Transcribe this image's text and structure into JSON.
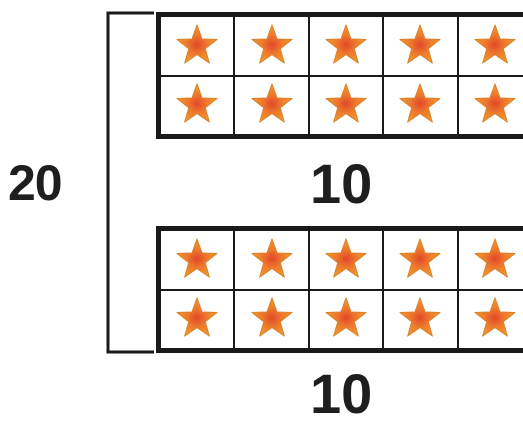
{
  "total_label": "20",
  "frames": [
    {
      "label": "10",
      "filled": 10
    },
    {
      "label": "10",
      "filled": 10
    }
  ],
  "icon": "starfish-icon",
  "colors": {
    "line": "#1a1a1a",
    "star_outer": "#f29d2e",
    "star_inner": "#e2472a"
  }
}
